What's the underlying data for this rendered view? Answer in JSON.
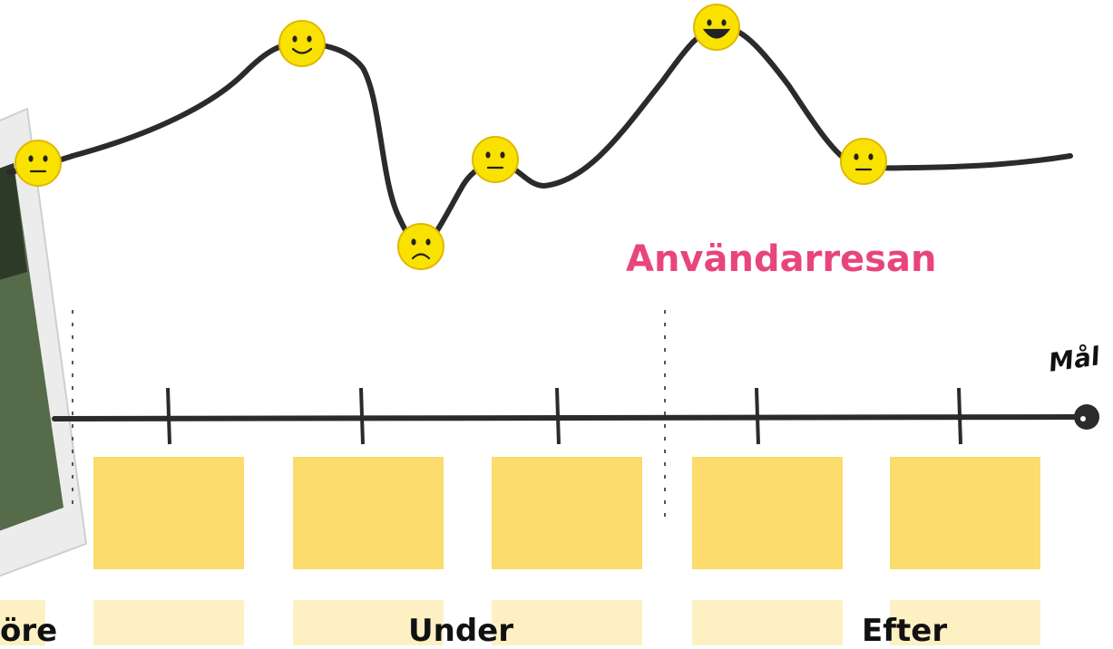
{
  "diagram": {
    "title": "Användarresan",
    "goal_label": "Mål",
    "phases": [
      {
        "id": "fore",
        "label": "Före",
        "visible_label": "öre"
      },
      {
        "id": "under",
        "label": "Under",
        "visible_label": "Under"
      },
      {
        "id": "efter",
        "label": "Efter",
        "visible_label": "Efter"
      }
    ],
    "emotion_points": [
      {
        "mood": "neutral"
      },
      {
        "mood": "happy"
      },
      {
        "mood": "sad"
      },
      {
        "mood": "neutral"
      },
      {
        "mood": "very-happy"
      },
      {
        "mood": "neutral"
      }
    ],
    "sticky_note_count": 5
  },
  "colors": {
    "title": "#e8457c",
    "curve": "#2b2b2b",
    "timeline": "#2b2b2b",
    "sticky_note": "#fbdc6c",
    "sticky_note_faded": "#fdf1c4",
    "smiley": "#f9e200",
    "smiley_outline": "#e0b800",
    "text": "#111111"
  },
  "icons": {
    "neutral": "neutral-face-icon",
    "happy": "smiling-face-icon",
    "sad": "sad-face-icon",
    "very-happy": "laughing-face-icon",
    "goal": "goal-endpoint-icon"
  }
}
